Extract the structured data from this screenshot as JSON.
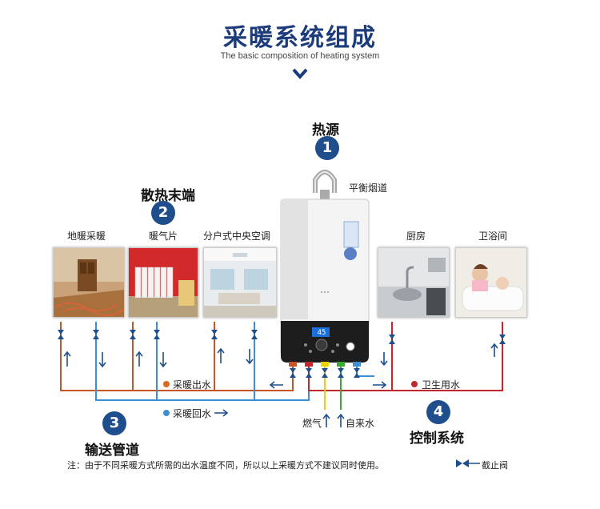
{
  "header": {
    "title": "采暖系统组成",
    "subtitle": "The basic composition of heating system"
  },
  "sections": {
    "heat_source": {
      "number": "1",
      "label": "热源"
    },
    "terminals": {
      "number": "2",
      "label": "散热末端"
    },
    "pipes": {
      "number": "3",
      "label": "输送管道"
    },
    "control": {
      "number": "4",
      "label": "控制系统"
    }
  },
  "labels": {
    "flue": "平衡烟道",
    "floor_heating": "地暖采暖",
    "radiator": "暖气片",
    "central_ac": "分户式中央空调",
    "kitchen": "厨房",
    "bathroom": "卫浴间",
    "heating_out": "采暖出水",
    "heating_return": "采暖回水",
    "domestic_water": "卫生用水",
    "gas": "燃气",
    "tap_water": "自来水"
  },
  "display_reading": "45",
  "footnote": "注：由于不同采暖方式所需的出水温度不同，所以以上采暖方式不建议同时使用。",
  "legend": {
    "valve_label": "截止阀"
  },
  "colors": {
    "title": "#1c3b7a",
    "circle": "#1f4e8c",
    "hot_pipe": "#c8552a",
    "return_pipe": "#3d8fd0",
    "domestic_pipe": "#c1272d",
    "gas_pipe": "#e8d400",
    "tap_pipe": "#3aa935"
  }
}
